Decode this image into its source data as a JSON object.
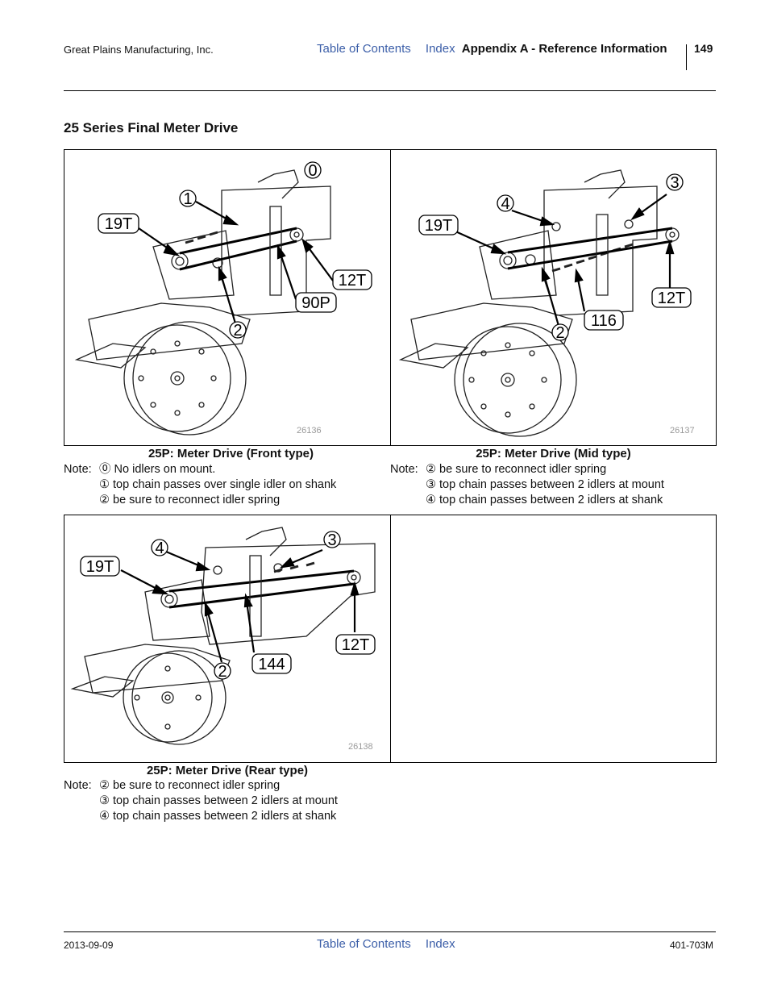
{
  "header": {
    "company": "Great Plains Manufacturing, Inc.",
    "toc_link": "Table of Contents",
    "index_link": "Index",
    "section": "Appendix A - Reference Information",
    "page": "149"
  },
  "title": "25 Series Final Meter Drive",
  "figures": [
    {
      "caption": "25P: Meter Drive (Front type)",
      "fig_number": "26136",
      "callouts": [
        "0",
        "1",
        "19T",
        "12T",
        "90P",
        "2"
      ],
      "note_label": "Note:",
      "notes": [
        "⓪ No idlers on mount.",
        "① top chain passes over single idler on shank",
        "② be sure to reconnect idler spring"
      ]
    },
    {
      "caption": "25P: Meter Drive (Mid type)",
      "fig_number": "26137",
      "callouts": [
        "3",
        "4",
        "19T",
        "12T",
        "116",
        "2"
      ],
      "note_label": "Note:",
      "notes": [
        "② be sure to reconnect idler spring",
        "③ top chain passes between 2 idlers at mount",
        "④ top chain passes between 2 idlers at shank"
      ]
    },
    {
      "caption": "25P: Meter Drive (Rear type)",
      "fig_number": "26138",
      "callouts": [
        "4",
        "3",
        "19T",
        "12T",
        "144",
        "2"
      ],
      "note_label": "Note:",
      "notes": [
        "② be sure to reconnect idler spring",
        "③ top chain passes between 2 idlers at mount",
        "④ top chain passes between 2 idlers at shank"
      ]
    }
  ],
  "footer": {
    "date": "2013-09-09",
    "toc_link": "Table of Contents",
    "index_link": "Index",
    "doc_number": "401-703M"
  }
}
